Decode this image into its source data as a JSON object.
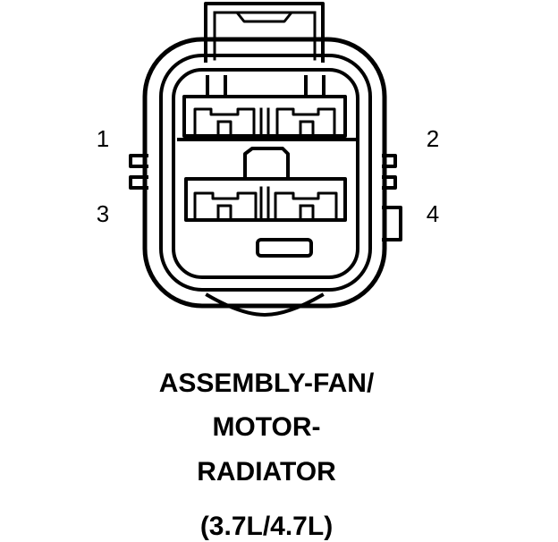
{
  "pins": {
    "p1": "1",
    "p2": "2",
    "p3": "3",
    "p4": "4"
  },
  "caption": {
    "line1": "ASSEMBLY-FAN/",
    "line2": "MOTOR-",
    "line3": "RADIATOR",
    "line4": "(3.7L/4.7L)"
  },
  "colors": {
    "stroke": "#000000",
    "background": "#ffffff"
  }
}
